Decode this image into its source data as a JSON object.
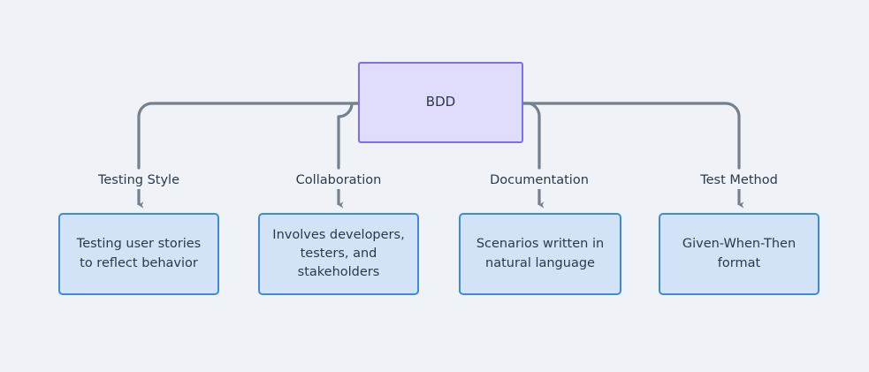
{
  "diagram": {
    "type": "flowchart",
    "orientation": "top-down",
    "background_color": "#eff2f7",
    "root": {
      "id": "bdd",
      "label": "BDD",
      "fill_color": "#e0ddfc",
      "border_color": "#7c6ef2"
    },
    "edge_color": "#74808c",
    "leaf_fill_color": "#d2e3f7",
    "leaf_border_color": "#3d8ade",
    "branches": [
      {
        "id": "testing-style",
        "edge_label": "Testing Style",
        "lines": [
          "Testing user stories",
          "to reflect behavior"
        ]
      },
      {
        "id": "collaboration",
        "edge_label": "Collaboration",
        "lines": [
          "Involves developers,",
          "testers, and",
          "stakeholders"
        ]
      },
      {
        "id": "documentation",
        "edge_label": "Documentation",
        "lines": [
          "Scenarios written in",
          "natural language"
        ]
      },
      {
        "id": "test-method",
        "edge_label": "Test Method",
        "lines": [
          "Given-When-Then",
          "format"
        ]
      }
    ]
  }
}
